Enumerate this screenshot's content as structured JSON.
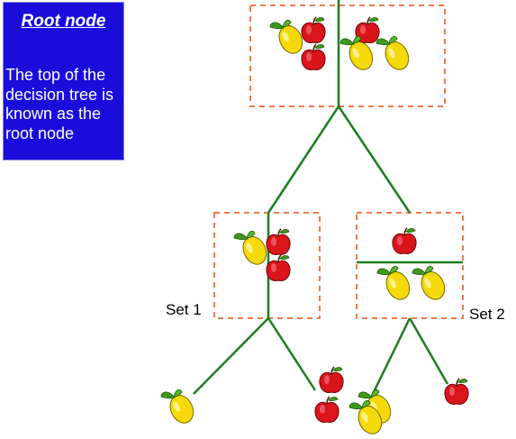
{
  "info_panel": {
    "title": "Root node",
    "text": "The top of the decision tree is known as the root node"
  },
  "labels": {
    "set1": "Set 1",
    "set2": "Set 2"
  },
  "colors": {
    "panel_bg": "#1a0ddb",
    "branch": "#1e7d1e",
    "box_dash": "#f07a4a",
    "apple": "#d9141b",
    "lemon": "#f5d90a"
  }
}
